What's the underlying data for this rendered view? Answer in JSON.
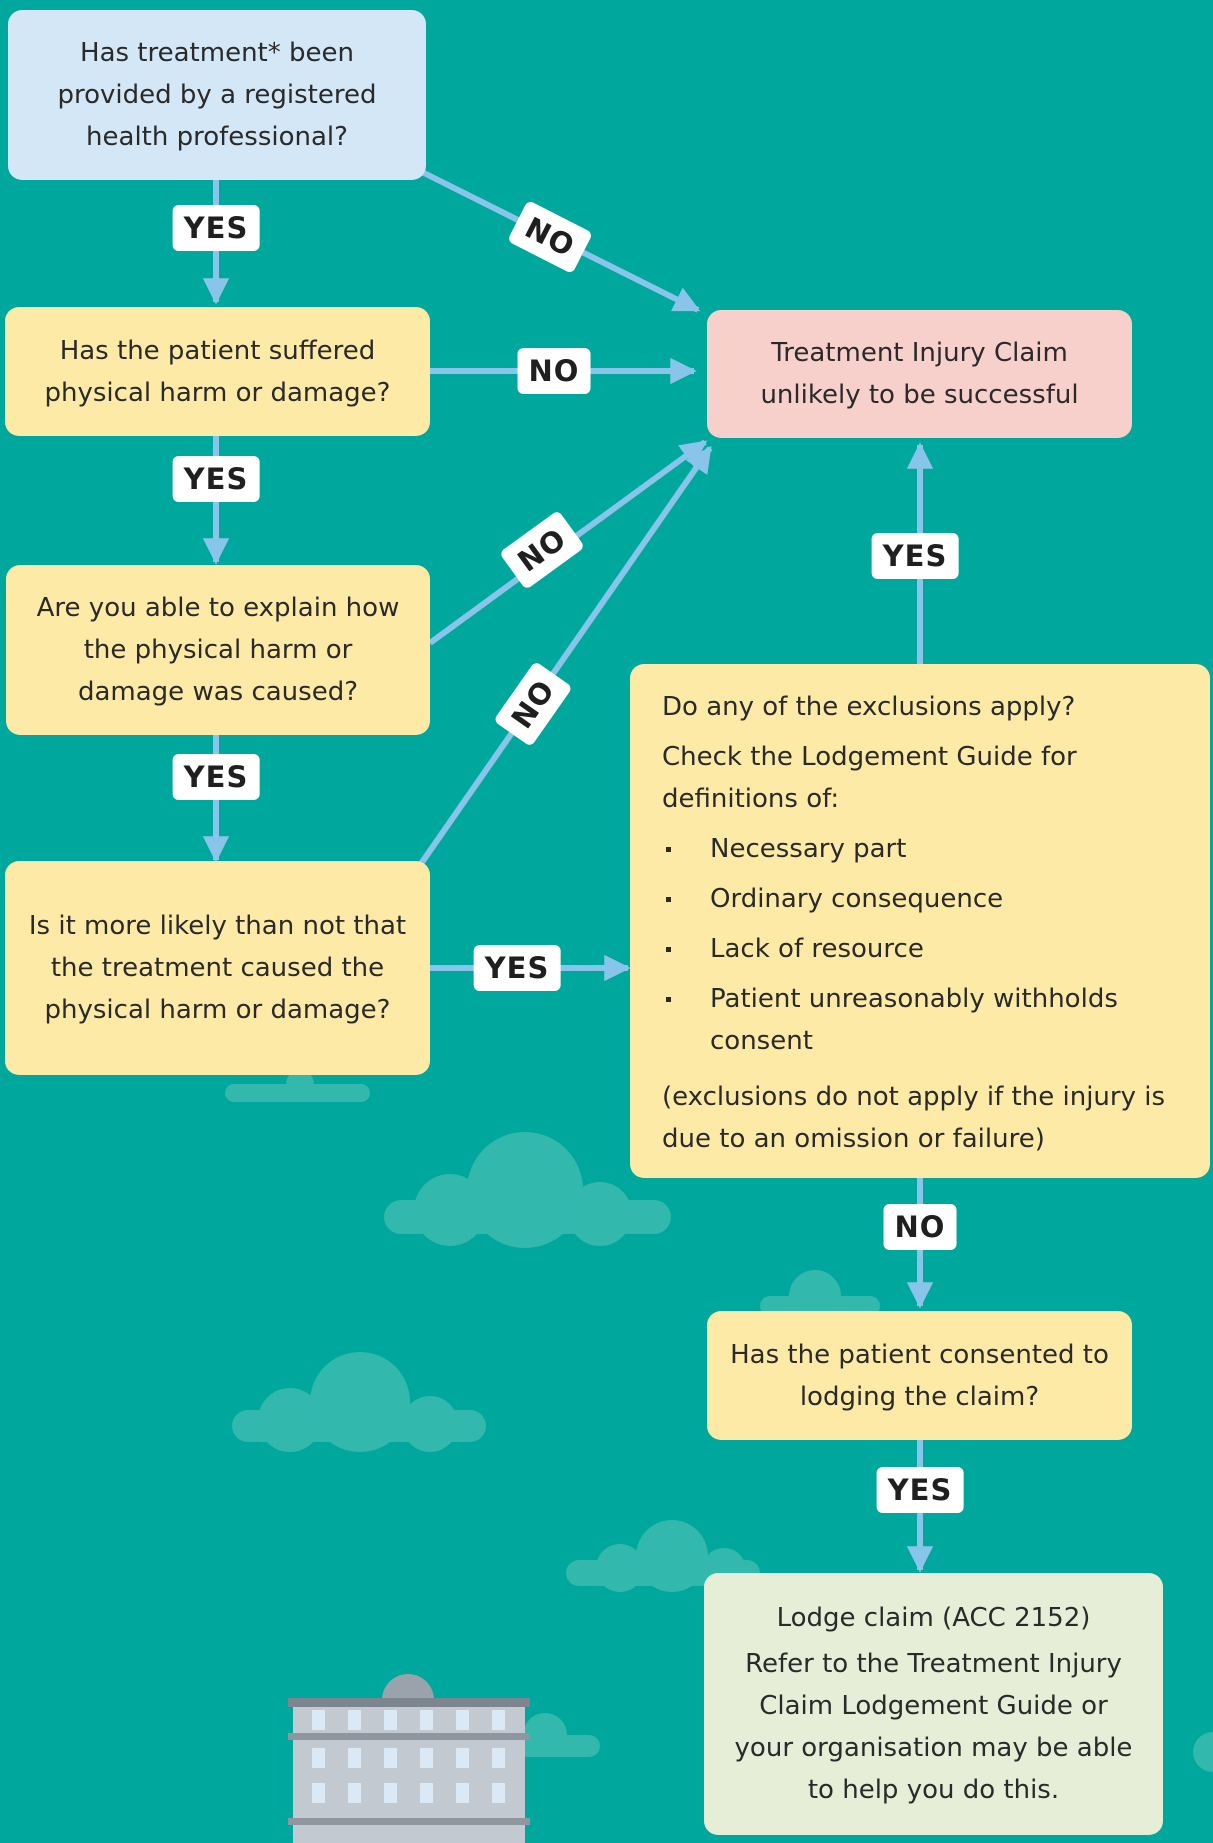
{
  "colors": {
    "background": "#00a79c",
    "arrow": "#89c4ea",
    "question_box": "#fdeaa7",
    "start_box": "#d3e7f6",
    "outcome_unlikely_box": "#f7cfcb",
    "outcome_lodge_box": "#e6eed7",
    "cloud": "#33b8ae"
  },
  "nodes": {
    "q1": {
      "text": "Has treatment* been provided by a registered health professional?"
    },
    "q2": {
      "text": "Has the patient suffered physical harm or damage?"
    },
    "q3": {
      "text": "Are you able to explain how the physical harm or damage was caused?"
    },
    "q4": {
      "text": "Is it more likely  than not that the treatment caused the physical harm or damage?"
    },
    "unlikely": {
      "text": "Treatment Injury Claim unlikely to be successful"
    },
    "exclusions": {
      "question": "Do any of the exclusions apply?",
      "intro": "Check the Lodgement Guide for definitions of:",
      "items": [
        "Necessary part",
        "Ordinary consequence",
        "Lack of resource",
        "Patient unreasonably withholds consent"
      ],
      "note": "(exclusions do not apply if the injury is due to an omission or failure)"
    },
    "consent": {
      "text": "Has the patient consented to lodging the claim?"
    },
    "lodge": {
      "title": "Lodge claim (ACC 2152)",
      "text": "Refer to the Treatment Injury Claim Lodgement Guide or your organisation may be able to help you do this."
    }
  },
  "edges": {
    "q1_yes": "YES",
    "q1_no": "NO",
    "q2_yes": "YES",
    "q2_no": "NO",
    "q3_yes": "YES",
    "q3_no": "NO",
    "q4_yes": "YES",
    "q4_no": "NO",
    "excl_yes": "YES",
    "excl_no": "NO",
    "consent_yes": "YES"
  }
}
